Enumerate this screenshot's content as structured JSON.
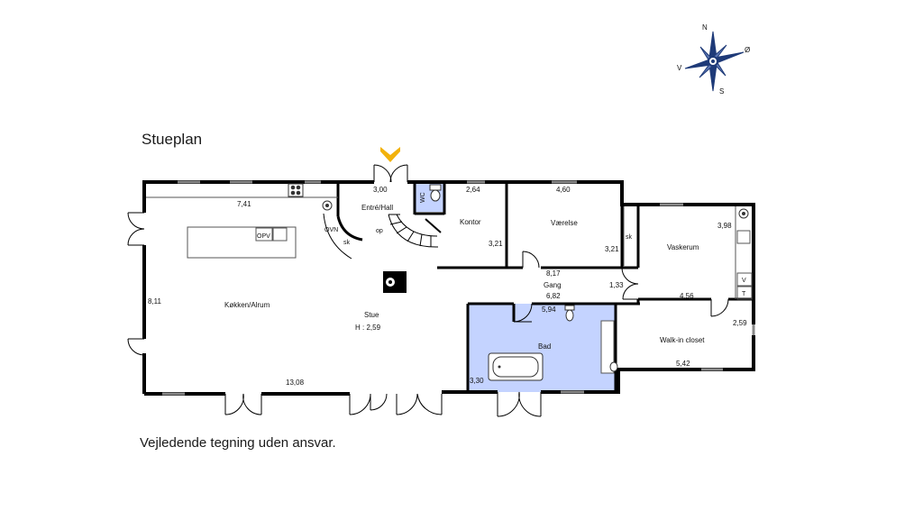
{
  "title": "Stueplan",
  "footnote": "Vejledende tegning uden ansvar.",
  "compass": {
    "n": "N",
    "e": "Ø",
    "s": "S",
    "w": "V"
  },
  "rooms": {
    "kitchen": "Køkken/Alrum",
    "living": "Stue",
    "living_height": "H : 2,59",
    "hall": "Entré/Hall",
    "office": "Kontor",
    "bedroom": "Værelse",
    "laundry": "Vaskerum",
    "corridor": "Gang",
    "bath": "Bad",
    "walkin": "Walk-in closet"
  },
  "dims": {
    "kitchen_top": "7,41",
    "kitchen_left": "8,11",
    "living_bottom": "13,08",
    "hall_top": "3,00",
    "office_top": "2,64",
    "office_side": "3,21",
    "bedroom_top": "4,60",
    "bedroom_side": "3,21",
    "laundry_top": "3,98",
    "laundry_bottom": "4,56",
    "corridor_top": "8,17",
    "corridor_bottom": "6,82",
    "corridor_side": "1,33",
    "bath_top": "5,94",
    "bath_side": "3,30",
    "walkin_side": "2,59",
    "walkin_bottom": "5,42"
  },
  "labels": {
    "opv": "OPV",
    "ovn": "OVN",
    "sk_stair": "sk",
    "sk_laundry": "sk",
    "op": "op",
    "wc": "WC",
    "washer": "V",
    "dryer": "T"
  },
  "colors": {
    "wall": "#000000",
    "bath_fill": "#c4d3ff",
    "entry_arrow": "#f2b20c",
    "compass": "#1e3a78"
  }
}
